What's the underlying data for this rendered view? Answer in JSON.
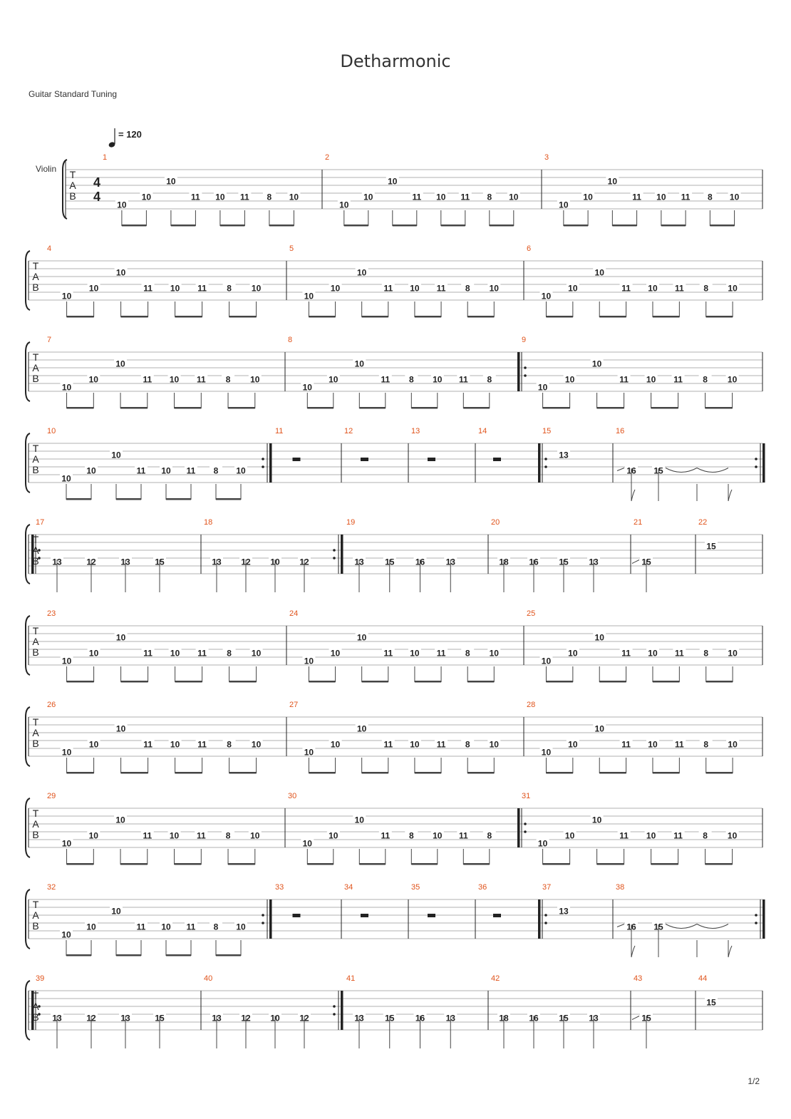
{
  "score": {
    "title": "Detharmonic",
    "tuning": "Guitar Standard Tuning",
    "tempo_value": "120",
    "tempo_prefix": "= ",
    "instrument": "Violin",
    "time_signature": [
      "4",
      "4"
    ],
    "tab_letters": [
      "T",
      "A",
      "B"
    ],
    "page_number": "1/2",
    "rest_symbol": "whole rest"
  },
  "measures": {
    "riffA": [
      [
        "10",
        "B"
      ],
      [
        "10",
        "A"
      ],
      [
        "10",
        "T"
      ],
      [
        "11",
        "A"
      ],
      [
        "10",
        "A"
      ],
      [
        "11",
        "A"
      ],
      [
        "8",
        "A"
      ],
      [
        "10",
        "A"
      ]
    ],
    "riffB": [
      [
        "10",
        "B"
      ],
      [
        "10",
        "A"
      ],
      [
        "10",
        "T"
      ],
      [
        "11",
        "A"
      ],
      [
        "8",
        "A"
      ],
      [
        "10",
        "A"
      ],
      [
        "11",
        "A"
      ],
      [
        "8",
        "A"
      ]
    ],
    "m15": [
      [
        "13",
        "T"
      ]
    ],
    "m16": [
      [
        "16",
        "A"
      ],
      [
        "15",
        "A"
      ]
    ],
    "m17": [
      [
        "13",
        "A"
      ],
      [
        "12",
        "A"
      ],
      [
        "13",
        "A"
      ],
      [
        "15",
        "A"
      ]
    ],
    "m18": [
      [
        "13",
        "A"
      ],
      [
        "12",
        "A"
      ],
      [
        "10",
        "A"
      ],
      [
        "12",
        "A"
      ]
    ],
    "m19": [
      [
        "13",
        "A"
      ],
      [
        "15",
        "A"
      ],
      [
        "16",
        "A"
      ],
      [
        "13",
        "A"
      ]
    ],
    "m20": [
      [
        "18",
        "A"
      ],
      [
        "16",
        "A"
      ],
      [
        "15",
        "A"
      ],
      [
        "13",
        "A"
      ]
    ],
    "m21": [
      [
        "15",
        "A"
      ]
    ],
    "m22": [
      [
        "15",
        "T"
      ]
    ]
  }
}
